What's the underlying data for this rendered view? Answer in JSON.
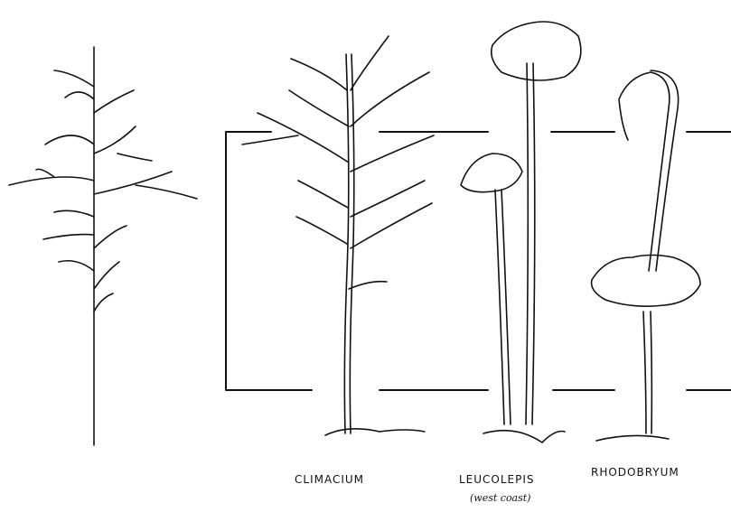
{
  "labels": {
    "climacium": "CLIMACIUM",
    "leucolepis": "LEUCOLEPIS",
    "leucolepis_note": "(west coast)",
    "rhodobryum": "RHODOBRYUM"
  },
  "colors": {
    "ink": "#111111",
    "paper": "#ffffff"
  }
}
